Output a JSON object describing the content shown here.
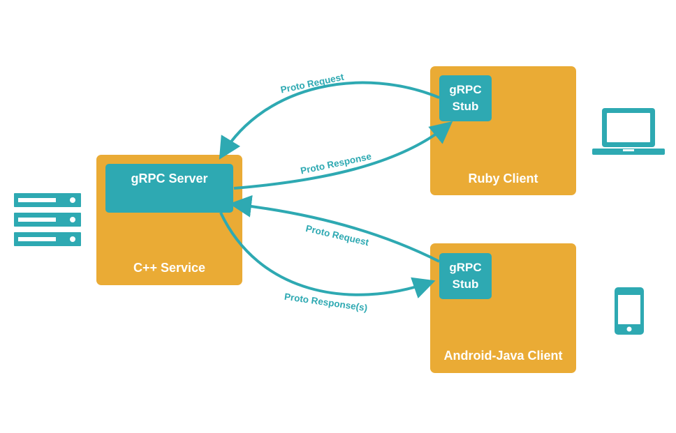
{
  "colors": {
    "service_box": "#EAAB35",
    "grpc_component": "#2EA9B2",
    "arrow": "#2EA9B2",
    "text_on_box": "#FFFFFF"
  },
  "icons": {
    "server": "server-rack-icon",
    "laptop": "laptop-icon",
    "phone": "smartphone-icon"
  },
  "cpp_service": {
    "label": "C++ Service",
    "server_label": "gRPC Server"
  },
  "ruby_client": {
    "label": "Ruby Client",
    "stub_line1": "gRPC",
    "stub_line2": "Stub"
  },
  "android_client": {
    "label": "Android-Java Client",
    "stub_line1": "gRPC",
    "stub_line2": "Stub"
  },
  "arrows": {
    "ruby_request": "Proto Request",
    "ruby_response": "Proto Response",
    "android_request": "Proto Request",
    "android_response": "Proto Response(s)"
  }
}
